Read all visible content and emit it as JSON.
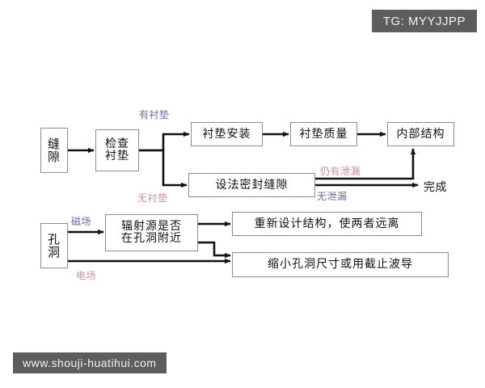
{
  "watermarks": {
    "top_right": "TG: MYYJJPP",
    "bottom_left": "www.shouji-huatihui.com"
  },
  "colors": {
    "watermark_bg": "#5d5d5d",
    "watermark_text": "#f2f2f2",
    "box_border": "#8d8d8d",
    "box_fill": "#ffffff",
    "line": "#111111",
    "label_blue": "#6b6b9e",
    "label_red": "#c98f91",
    "page_bg": "#ffffff"
  },
  "diagram": {
    "type": "flowchart",
    "title": "",
    "nodes": [
      {
        "id": "seam",
        "label": "缝隙",
        "lines": [
          "缝",
          "隙"
        ]
      },
      {
        "id": "check",
        "label": "检查衬垫",
        "lines": [
          "检查",
          "衬垫"
        ]
      },
      {
        "id": "install",
        "label": "衬垫安装",
        "lines": [
          "衬垫安装"
        ]
      },
      {
        "id": "quality",
        "label": "衬垫质量",
        "lines": [
          "衬垫质量"
        ]
      },
      {
        "id": "internal",
        "label": "内部结构",
        "lines": [
          "内部结构"
        ]
      },
      {
        "id": "seal",
        "label": "设法密封缝隙",
        "lines": [
          "设法密封缝隙"
        ]
      },
      {
        "id": "hole",
        "label": "孔洞",
        "lines": [
          "孔",
          "洞"
        ]
      },
      {
        "id": "source",
        "label": "辐射源是否在孔洞附近",
        "lines": [
          "辐射源是否",
          "在孔洞附近"
        ]
      },
      {
        "id": "redesign",
        "label": "重新设计结构，使两者远离",
        "lines": [
          "重新设计结构，使两者远离"
        ]
      },
      {
        "id": "shrink",
        "label": "缩小孔洞尺寸或用截止波导",
        "lines": [
          "缩小孔洞尺寸或用截止波导"
        ]
      }
    ],
    "terminals": [
      {
        "id": "done",
        "label": "完成"
      }
    ],
    "edge_labels": [
      {
        "id": "with-gasket",
        "label": "有衬垫",
        "color": "#6b6b9e"
      },
      {
        "id": "without-gasket",
        "label": "无衬垫",
        "color": "#c98f91"
      },
      {
        "id": "still-leaking",
        "label": "仍有泄漏",
        "color": "#c98f91"
      },
      {
        "id": "no-leak",
        "label": "无泄漏",
        "color": "#6b6b9e"
      },
      {
        "id": "magnetic-field",
        "label": "磁场",
        "color": "#6b6b9e"
      },
      {
        "id": "electric-field",
        "label": "电场",
        "color": "#c98f91"
      }
    ],
    "edges": [
      {
        "from": "seam",
        "to": "check",
        "label": ""
      },
      {
        "from": "check",
        "to": "install",
        "label": "有衬垫"
      },
      {
        "from": "check",
        "to": "seal",
        "label": "无衬垫"
      },
      {
        "from": "install",
        "to": "quality",
        "label": ""
      },
      {
        "from": "quality",
        "to": "internal",
        "label": ""
      },
      {
        "from": "seal",
        "to": "internal",
        "label": "仍有泄漏"
      },
      {
        "from": "seal",
        "to": "done",
        "label": "无泄漏"
      },
      {
        "from": "hole",
        "to": "source",
        "label": "磁场"
      },
      {
        "from": "hole",
        "to": "shrink",
        "label": "电场"
      },
      {
        "from": "source",
        "to": "redesign",
        "label": ""
      },
      {
        "from": "source",
        "to": "shrink",
        "label": ""
      }
    ]
  }
}
